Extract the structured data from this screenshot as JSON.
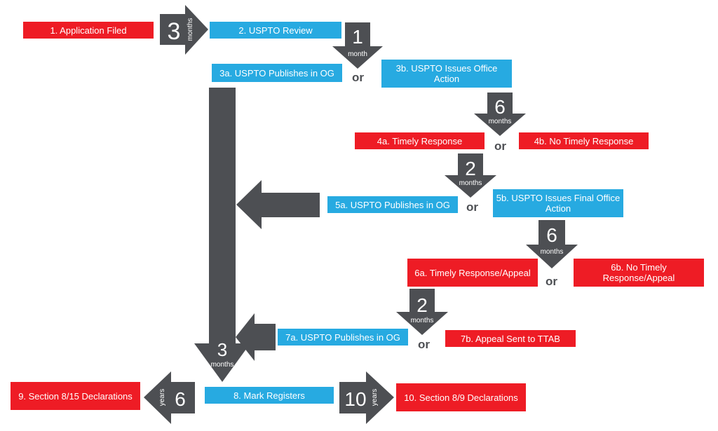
{
  "boxes": {
    "b1": "1. Application Filed",
    "b2": "2. USPTO Review",
    "b3a": "3a. USPTO Publishes in OG",
    "b3b": "3b. USPTO  Issues Office Action",
    "b4a": "4a. Timely Response",
    "b4b": "4b. No Timely Response",
    "b5a": "5a. USPTO  Publishes in OG",
    "b5b": "5b. USPTO  Issues Final Office Action",
    "b6a": "6a. Timely Response/Appeal",
    "b6b": "6b. No Timely Response/Appeal",
    "b7a": "7a. USPTO  Publishes in OG",
    "b7b": "7b. Appeal Sent to TTAB",
    "b8": "8. Mark Registers",
    "b9": "9. Section 8/15 Declarations",
    "b10": "10. Section 8/9 Declarations"
  },
  "connector_word": "or",
  "arrows": {
    "a1": {
      "num": "3",
      "unit": "months"
    },
    "a2": {
      "num": "1",
      "unit": "month"
    },
    "a3": {
      "num": "6",
      "unit": "months"
    },
    "a4": {
      "num": "2",
      "unit": "months"
    },
    "a5": {
      "num": "6",
      "unit": "months"
    },
    "a6": {
      "num": "2",
      "unit": "months"
    },
    "a7": {
      "num": "3",
      "unit": "months"
    },
    "a8": {
      "num": "6",
      "unit": "years"
    },
    "a9": {
      "num": "10",
      "unit": "years"
    }
  },
  "colors": {
    "red": "#ee1c25",
    "blue": "#27aae1",
    "arrow": "#4d4f53"
  }
}
